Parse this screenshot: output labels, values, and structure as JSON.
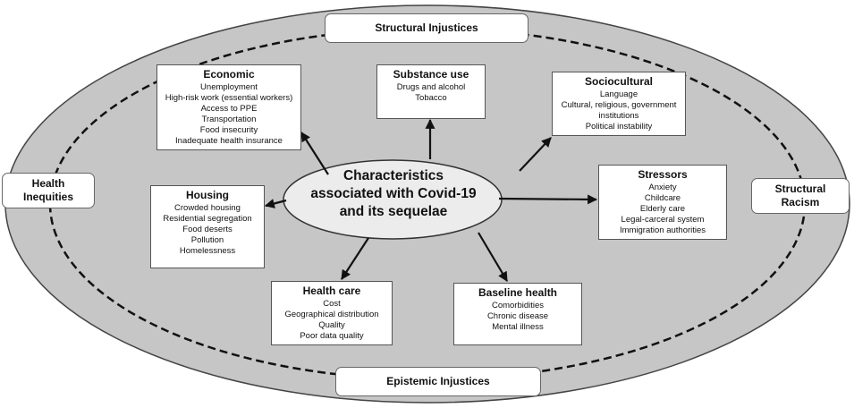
{
  "frame_labels": {
    "top": "Structural Injustices",
    "bottom": "Epistemic Injustices",
    "left": [
      "Health",
      "Inequities"
    ],
    "right": [
      "Structural",
      "Racism"
    ]
  },
  "center": [
    "Characteristics",
    "associated with Covid-19",
    "and its sequelae"
  ],
  "boxes": {
    "economic": {
      "title": "Economic",
      "items": [
        "Unemployment",
        "High-risk work (essential workers)",
        "Access to PPE",
        "Transportation",
        "Food insecurity",
        "Inadequate health insurance"
      ]
    },
    "substance": {
      "title": "Substance use",
      "items": [
        "Drugs and alcohol",
        "Tobacco"
      ]
    },
    "sociocultural": {
      "title": "Sociocultural",
      "items": [
        "Language",
        "Cultural, religious, government",
        "institutions",
        "Political instability"
      ]
    },
    "housing": {
      "title": "Housing",
      "items": [
        "Crowded housing",
        "Residential segregation",
        "Food deserts",
        "Pollution",
        "Homelessness"
      ]
    },
    "stressors": {
      "title": "Stressors",
      "items": [
        "Anxiety",
        "Childcare",
        "Elderly care",
        "Legal-carceral system",
        "Immigration authorities"
      ]
    },
    "healthcare": {
      "title": "Health care",
      "items": [
        "Cost",
        "Geographical distribution",
        "Quality",
        "Poor data quality"
      ]
    },
    "baseline": {
      "title": "Baseline health",
      "items": [
        "Comorbidities",
        "Chronic disease",
        "Mental illness"
      ]
    }
  }
}
